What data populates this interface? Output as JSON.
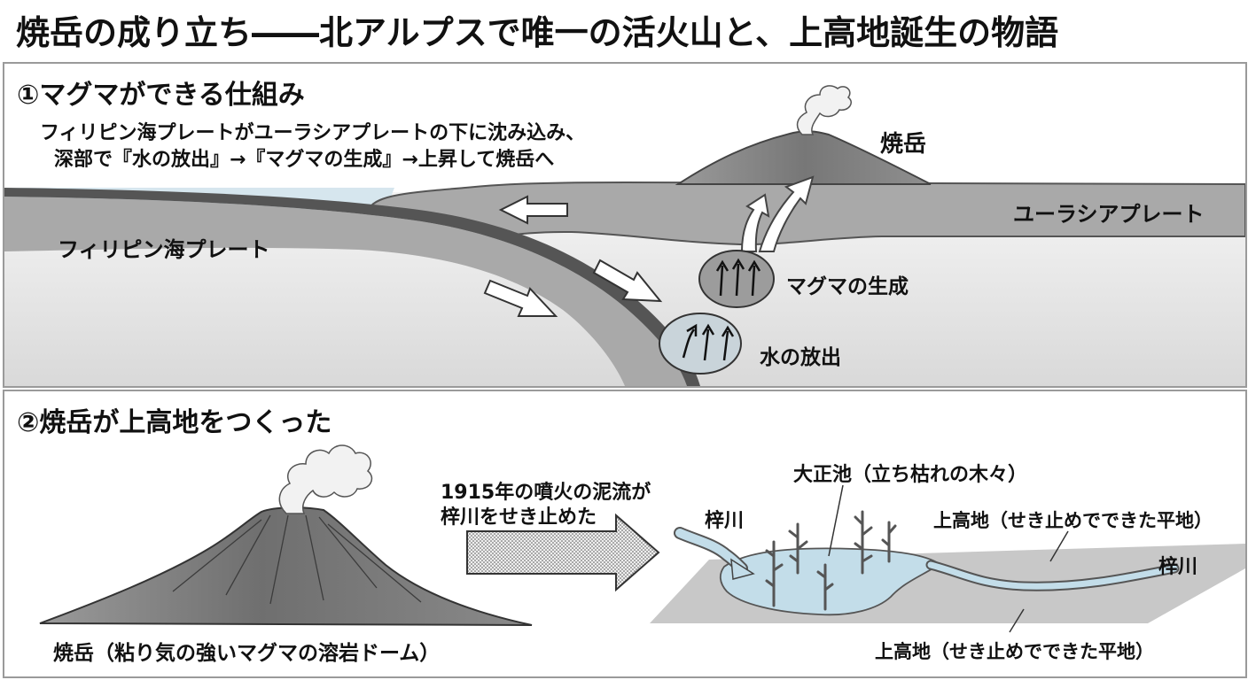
{
  "title": "焼岳の成り立ち――北アルプスで唯一の活火山と、上高地誕生の物語",
  "panel1": {
    "title": "①マグマができる仕組み",
    "caption_line1": "フィリピン海プレートがユーラシアプレートの下に沈み込み、",
    "caption_line2": "深部で『水の放出』→『マグマの生成』→上昇して焼岳へ",
    "label_yakedake": "焼岳",
    "label_eurasia": "ユーラシアプレート",
    "label_philippine": "フィリピン海プレート",
    "label_magma": "マグマの生成",
    "label_water": "水の放出"
  },
  "panel2": {
    "title": "②焼岳が上高地をつくった",
    "volcano_caption": "焼岳（粘り気の強いマグマの溶岩ドーム）",
    "arrow_line1": "1915年の噴火の泥流が",
    "arrow_line2": "梓川をせき止めた",
    "label_taisho": "大正池（立ち枯れの木々）",
    "label_azusa_left": "梓川",
    "label_azusa_right": "梓川",
    "label_kamikochi_top": "上高地（せき止めでできた平地）",
    "label_kamikochi_bottom": "上高地（せき止めでできた平地）"
  },
  "colors": {
    "panel_border": "#9a9a9a",
    "plate_gray": "#a9a9a9",
    "slab_dark": "#555555",
    "mantle_light": "#ececec",
    "sea_blue": "#d6e6ee",
    "pond_blue": "#c3dde9",
    "plain_gray": "#c8c8c8",
    "bubble_gray": "#9c9c9c"
  }
}
